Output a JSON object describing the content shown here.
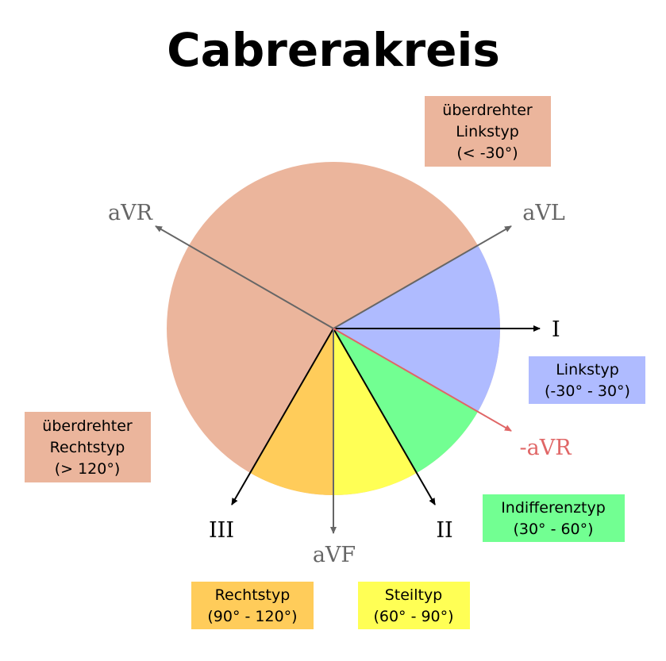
{
  "title": "Cabrerakreis",
  "colors": {
    "ueberdreht_links": "#EBB59C",
    "links": "#AFBBFF",
    "indifferenz": "#72FF92",
    "steil": "#FFFF55",
    "rechts": "#FFCC5A",
    "ueberdreht_rechts": "#EBB59C",
    "axis_black": "#000000",
    "axis_gray": "#666666",
    "axis_red": "#E06666"
  },
  "leads": {
    "I": "I",
    "II": "II",
    "III": "III",
    "aVR": "aVR",
    "aVL": "aVL",
    "aVF": "aVF",
    "minus_aVR": "-aVR"
  },
  "types": {
    "ueberdreht_links": {
      "line1": "überdrehter",
      "line2": "Linkstyp",
      "line3": "(< -30°)"
    },
    "links": {
      "line1": "Linkstyp",
      "line2": "(-30° - 30°)"
    },
    "indifferenz": {
      "line1": "Indifferenztyp",
      "line2": "(30° - 60°)"
    },
    "steil": {
      "line1": "Steiltyp",
      "line2": "(60° - 90°)"
    },
    "rechts": {
      "line1": "Rechtstyp",
      "line2": "(90° - 120°)"
    },
    "ueberdreht_rechts": {
      "line1": "überdrehter",
      "line2": "Rechtstyp",
      "line3": "(> 120°)"
    }
  }
}
